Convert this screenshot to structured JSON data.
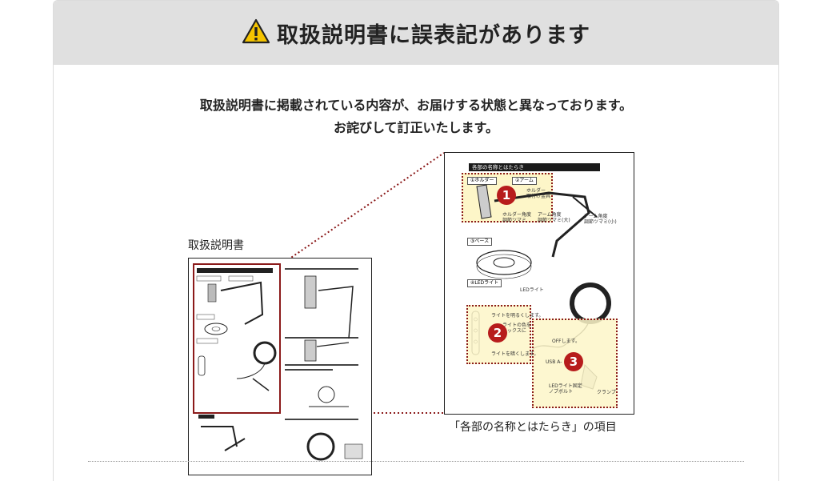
{
  "header": {
    "title": "取扱説明書に誤表記があります",
    "icon": "warning-icon",
    "icon_color": "#f5c400"
  },
  "message": {
    "line1": "取扱説明書に掲載されている内容が、お届けする状態と異なっております。",
    "line2": "お詫びして訂正いたします。"
  },
  "manual": {
    "label": "取扱説明書",
    "highlight_color": "#8b1a1a"
  },
  "detail": {
    "section_title": "各部の名称とはたらき",
    "parts": {
      "holder": "①ホルダー",
      "arm": "②アーム",
      "base": "③ベース",
      "led": "④LEDライト"
    },
    "small_labels": {
      "holder_note": "ホルダー\n取付け金具",
      "holder_adjust": "ホルダー角度\n調節ツマミ",
      "arm_adjust": "アーム角度\n調節ツマミ(大)",
      "arm_adjust2": "アーム角度\n調節ツマミ(小)",
      "led_light": "LEDライト",
      "bright": "ライトを明るくします。",
      "switch": "ライトの色を\nミックスに",
      "off": "OFFします。",
      "dim": "ライトを暗くします。",
      "usb": "USB A-",
      "led_fix": "LEDライト固定\nノブボルト",
      "clamp": "クランプ"
    },
    "badges": [
      "1",
      "2",
      "3"
    ],
    "caption": "「各部の名称とはたらき」の項目"
  }
}
